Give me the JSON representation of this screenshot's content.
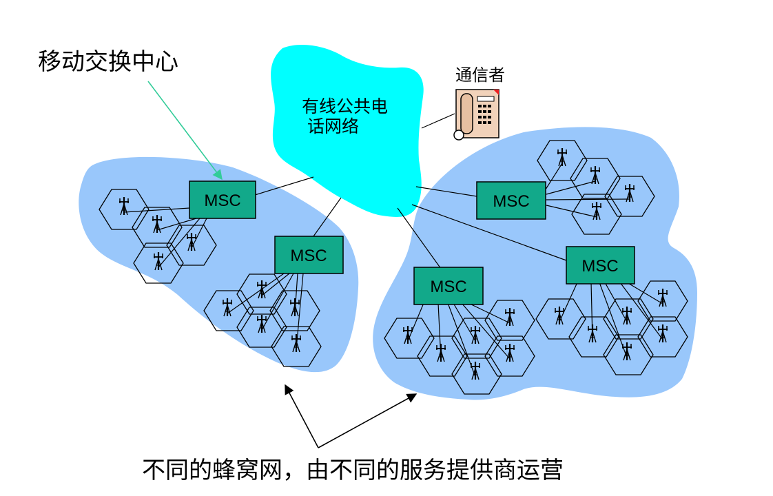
{
  "labels": {
    "msc_center": "移动交换中心",
    "pstn_line1": "有线公共电",
    "pstn_line2": "话网络",
    "caller": "通信者",
    "caption": "不同的蜂窝网，由不同的服务提供商运营"
  },
  "msc_label": "MSC",
  "icons": {
    "tower": "cell-tower-icon",
    "phone": "telephone-icon"
  },
  "colors": {
    "cellular_region": "#99c7fb",
    "pstn_cloud": "#00ffff",
    "msc_fill": "#12a98a",
    "pointer_arrow": "#33cc99"
  }
}
